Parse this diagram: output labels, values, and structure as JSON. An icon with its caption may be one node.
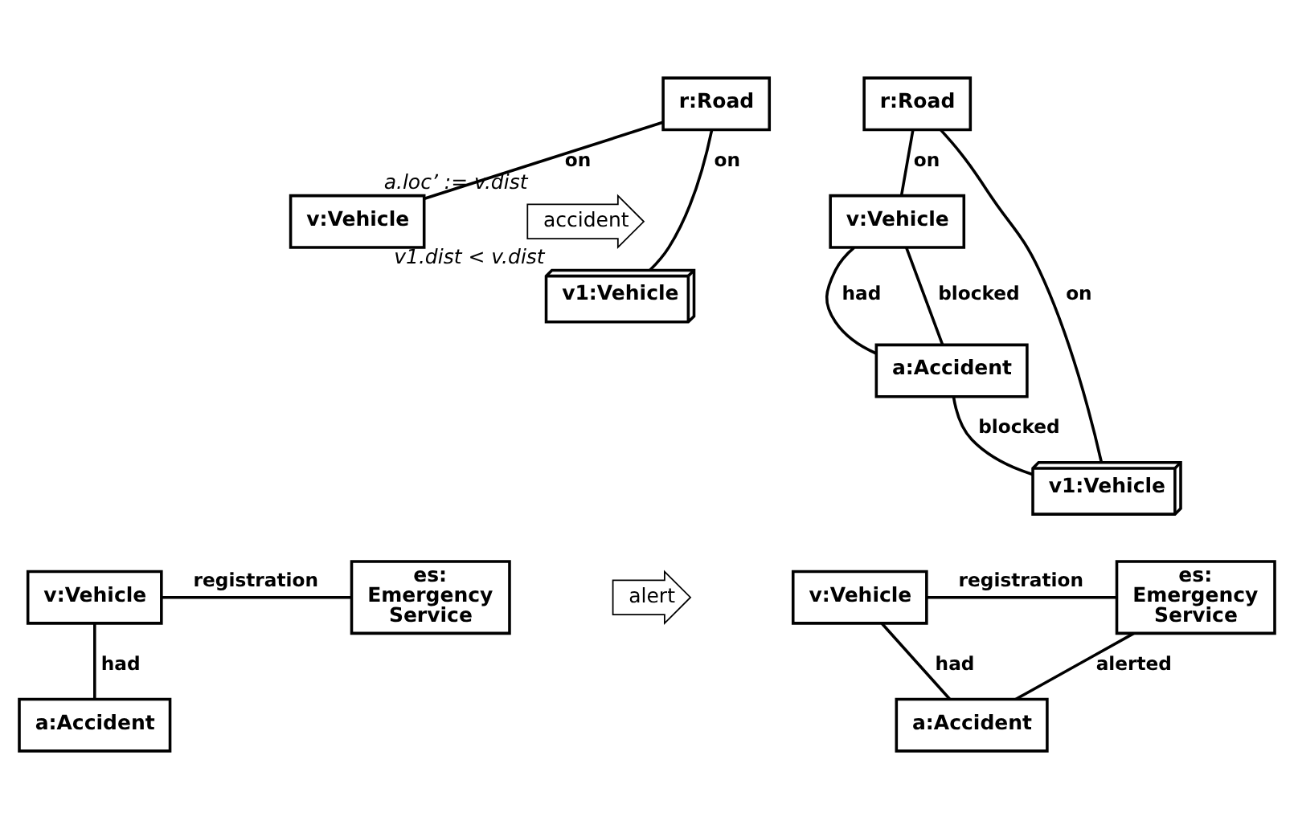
{
  "diagram": {
    "nodes": [
      {
        "text": [
          "r:Road"
        ]
      },
      {
        "text": [
          "v:Vehicle"
        ]
      },
      {
        "text": [
          "v1:Vehicle"
        ],
        "beside": [
          "v1.dist < v.dist"
        ]
      },
      {
        "text": [
          "accident"
        ],
        "beside": [
          "a.loc’ := v.dist"
        ]
      },
      {
        "text": [
          "r:Road"
        ]
      },
      {
        "text": [
          "v:Vehicle"
        ]
      },
      {
        "text": [
          "a:Accident"
        ]
      },
      {
        "text": [
          "v1:Vehicle"
        ]
      },
      {
        "text": [
          "v:Vehicle"
        ]
      },
      {
        "text": [
          "es: Emergency Service"
        ]
      },
      {
        "text": [
          "a:Accident"
        ]
      },
      {
        "text": [
          "alert"
        ]
      },
      {
        "text": [
          "v:Vehicle"
        ]
      },
      {
        "text": [
          "es: Emergency Service"
        ]
      },
      {
        "text": [
          "a:Accident"
        ]
      }
    ],
    "edges": [
      {
        "from": 0,
        "to": 1,
        "arrow": "none",
        "label": "on"
      },
      {
        "from": 0,
        "to": 2,
        "arrow": "none",
        "label": "on"
      },
      {
        "from": 4,
        "to": 5,
        "arrow": "none",
        "label": "on"
      },
      {
        "from": 4,
        "to": 7,
        "arrow": "none",
        "label": "on"
      },
      {
        "from": 5,
        "to": 6,
        "arrow": "none",
        "label": "had"
      },
      {
        "from": 5,
        "to": 6,
        "arrow": "none",
        "label": "blocked"
      },
      {
        "from": 6,
        "to": 7,
        "arrow": "none",
        "label": "blocked"
      },
      {
        "from": 8,
        "to": 9,
        "arrow": "none",
        "label": "registration"
      },
      {
        "from": 8,
        "to": 10,
        "arrow": "none",
        "label": "had"
      },
      {
        "from": 12,
        "to": 13,
        "arrow": "none",
        "label": "registration"
      },
      {
        "from": 12,
        "to": 14,
        "arrow": "none",
        "label": "had"
      },
      {
        "from": 13,
        "to": 14,
        "arrow": "none",
        "label": "alerted"
      }
    ]
  }
}
